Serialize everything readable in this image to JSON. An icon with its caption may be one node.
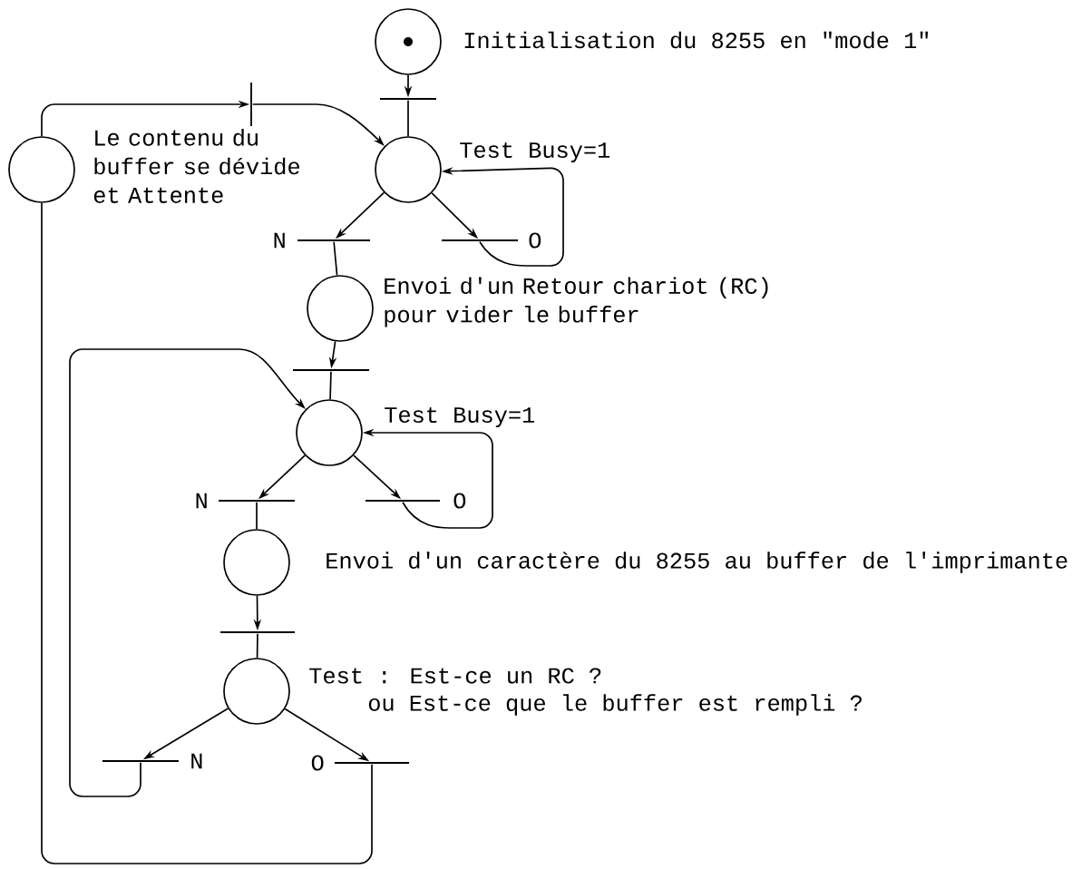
{
  "diagram": {
    "nodes": [
      {
        "text": [],
        "shape": "circle",
        "beside": [
          "Initialisation du 8255 en \"mode 1\""
        ]
      },
      {
        "text": [],
        "shape": "bar"
      },
      {
        "text": [],
        "shape": "circle"
      },
      {
        "text": [],
        "shape": "bar"
      },
      {
        "text": [],
        "shape": "circle"
      },
      {
        "text": [],
        "shape": "bar",
        "beside": [
          "N"
        ]
      },
      {
        "text": [],
        "shape": "bar",
        "beside": [
          "O"
        ]
      },
      {
        "text": [],
        "shape": "circle",
        "beside": [
          "Envoi d'un Retour chariot (RC) pour vider le buffer"
        ]
      },
      {
        "text": [],
        "shape": "bar"
      },
      {
        "text": [],
        "shape": "circle"
      },
      {
        "text": [],
        "shape": "bar",
        "beside": [
          "N"
        ]
      },
      {
        "text": [],
        "shape": "bar",
        "beside": [
          "O"
        ]
      },
      {
        "text": [],
        "shape": "circle",
        "beside": [
          "Envoi d'un caractère du 8255 au buffer de l'imprimante"
        ]
      },
      {
        "text": [],
        "shape": "bar"
      },
      {
        "text": [],
        "shape": "circle",
        "beside": [
          "Test : Est-ce un RC ?",
          "ou Est-ce que le buffer est rempli ?"
        ]
      },
      {
        "text": [],
        "shape": "bar",
        "beside": [
          "N"
        ]
      },
      {
        "text": [],
        "shape": "bar",
        "beside": [
          "O"
        ]
      }
    ],
    "edges": [
      {
        "from": 0,
        "to": 1,
        "arrow": "to"
      },
      {
        "from": 1,
        "to": 4,
        "arrow": "none"
      },
      {
        "from": 2,
        "to": 3,
        "arrow": "to"
      },
      {
        "from": 3,
        "to": 4,
        "arrow": "to"
      },
      {
        "from": 4,
        "to": 5,
        "arrow": "to"
      },
      {
        "from": 4,
        "to": 6,
        "arrow": "to"
      },
      {
        "from": 6,
        "to": 4,
        "arrow": "to",
        "label": "Test Busy=1"
      },
      {
        "from": 5,
        "to": 7,
        "arrow": "none"
      },
      {
        "from": 7,
        "to": 8,
        "arrow": "to"
      },
      {
        "from": 8,
        "to": 9,
        "arrow": "none"
      },
      {
        "from": 9,
        "to": 10,
        "arrow": "to"
      },
      {
        "from": 9,
        "to": 11,
        "arrow": "to"
      },
      {
        "from": 11,
        "to": 9,
        "arrow": "to",
        "label": "Test Busy=1"
      },
      {
        "from": 10,
        "to": 12,
        "arrow": "none"
      },
      {
        "from": 12,
        "to": 13,
        "arrow": "to"
      },
      {
        "from": 13,
        "to": 14,
        "arrow": "none"
      },
      {
        "from": 14,
        "to": 15,
        "arrow": "to"
      },
      {
        "from": 14,
        "to": 16,
        "arrow": "to"
      },
      {
        "from": 15,
        "to": 9,
        "arrow": "to"
      },
      {
        "from": 16,
        "to": 2,
        "arrow": "none"
      }
    ],
    "labels": [
      "Le contenu du buffer se dévide et Attente"
    ]
  }
}
